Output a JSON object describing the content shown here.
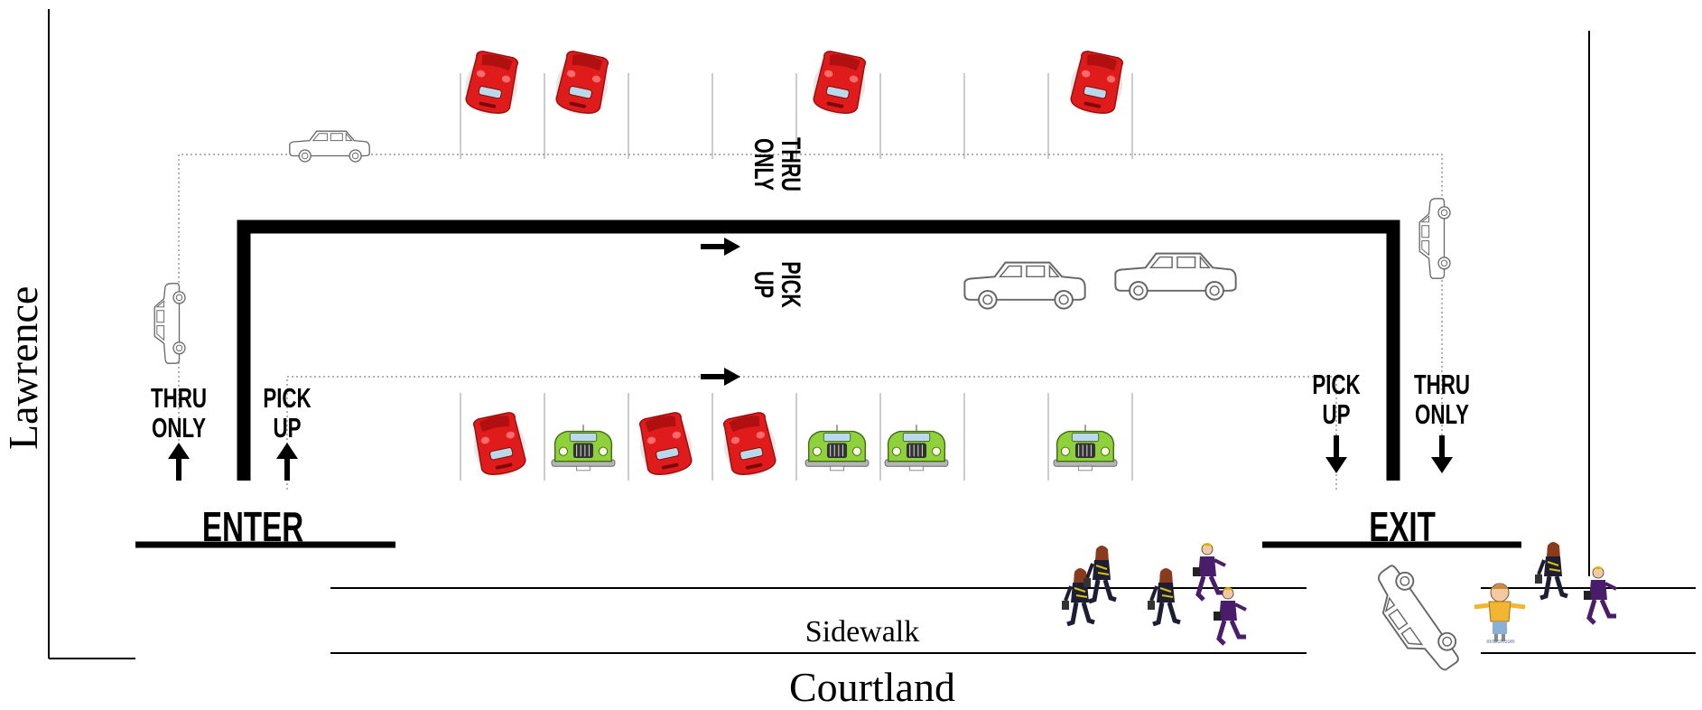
{
  "streets": {
    "left": "Lawrence",
    "bottom": "Courtland"
  },
  "sidewalk_label": "Sidewalk",
  "labels": {
    "enter": "ENTER",
    "exit": "EXIT",
    "thru_only_left_1": "THRU",
    "thru_only_left_2": "ONLY",
    "pick_up_left_1": "PICK",
    "pick_up_left_2": "UP",
    "pick_up_right_1": "PICK",
    "pick_up_right_2": "UP",
    "thru_only_right_1": "THRU",
    "thru_only_right_2": "ONLY",
    "thru_only_top_1": "THRU",
    "thru_only_top_2": "ONLY",
    "pick_up_mid_1": "PICK",
    "pick_up_mid_2": "UP"
  },
  "logo_text": "mrtech.com",
  "colors": {
    "red_car": "#e01b1b",
    "green_car": "#8fd13a",
    "line": "#000000",
    "dotted": "#999999",
    "child_shirt": "#f2b632"
  },
  "icons": [
    "red-car-icon",
    "green-car-icon",
    "outline-car-icon",
    "student-icon",
    "crossing-guard-icon",
    "arrow-icon"
  ]
}
